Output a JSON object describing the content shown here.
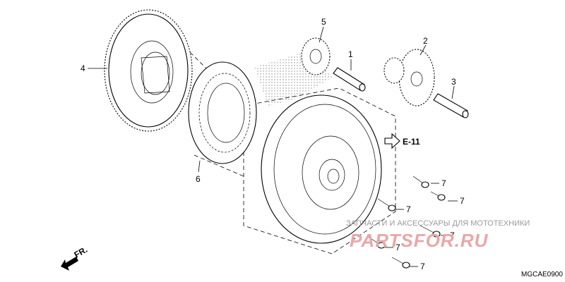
{
  "callouts": {
    "p1": "1",
    "p2": "2",
    "p3": "3",
    "p4": "4",
    "p5": "5",
    "p6": "6",
    "p7a": "7",
    "p7b": "7",
    "p7c": "7",
    "p7d": "7",
    "p7e": "7",
    "p7f": "7"
  },
  "reference": {
    "label": "E-11"
  },
  "direction": {
    "label": "FR."
  },
  "diagram_code": "MGCAE0900",
  "watermark": {
    "tagline": "ЗАПЧАСТИ И АКСЕССУАРЫ ДЛЯ МОТОТЕХНИКИ",
    "logo": "PARTSFOR.RU"
  },
  "colors": {
    "line": "#000000",
    "watermark_text": "#9a9a9a",
    "watermark_logo": "#e8a8a8"
  }
}
